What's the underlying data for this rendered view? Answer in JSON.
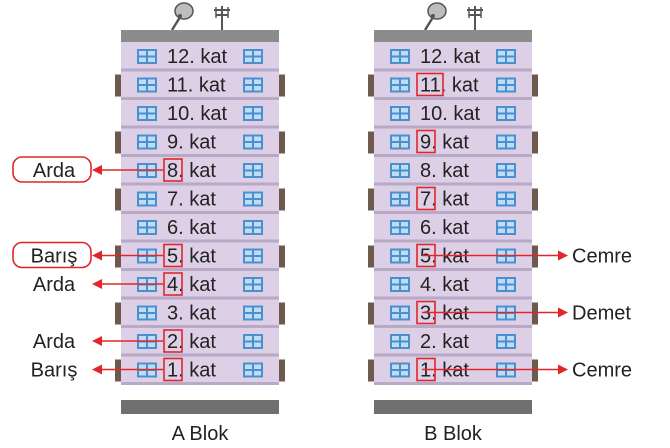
{
  "colors": {
    "facade": "#ddd0e6",
    "band": "#b8a9c6",
    "roof": "#8c8c8c",
    "base": "#707070",
    "window_frame": "#4a8fd0",
    "window_pane": "#bfdcf3",
    "shutter": "#6e5a4c",
    "marker": "#e0262b",
    "text": "#222222"
  },
  "floors": [
    "12. kat",
    "11. kat",
    "10. kat",
    "9. kat",
    "8. kat",
    "7. kat",
    "6. kat",
    "5. kat",
    "4. kat",
    "3. kat",
    "2. kat",
    "1. kat"
  ],
  "blocks": [
    {
      "name": "A Blok",
      "marked_floors": [
        8,
        5,
        4,
        2,
        1
      ],
      "arrows": [
        {
          "floor": 8,
          "name": "Arda",
          "side": "left",
          "boxed_label": true
        },
        {
          "floor": 5,
          "name": "Barış",
          "side": "left",
          "boxed_label": true
        },
        {
          "floor": 4,
          "name": "Arda",
          "side": "left",
          "boxed_label": false
        },
        {
          "floor": 2,
          "name": "Arda",
          "side": "left",
          "boxed_label": false
        },
        {
          "floor": 1,
          "name": "Barış",
          "side": "left",
          "boxed_label": false
        }
      ]
    },
    {
      "name": "B Blok",
      "marked_floors": [
        11,
        9,
        7,
        5,
        3,
        1
      ],
      "arrows": [
        {
          "floor": 5,
          "name": "Cemre",
          "side": "right",
          "boxed_label": false
        },
        {
          "floor": 3,
          "name": "Demet",
          "side": "right",
          "boxed_label": false
        },
        {
          "floor": 1,
          "name": "Cemre",
          "side": "right",
          "boxed_label": false
        }
      ]
    }
  ]
}
